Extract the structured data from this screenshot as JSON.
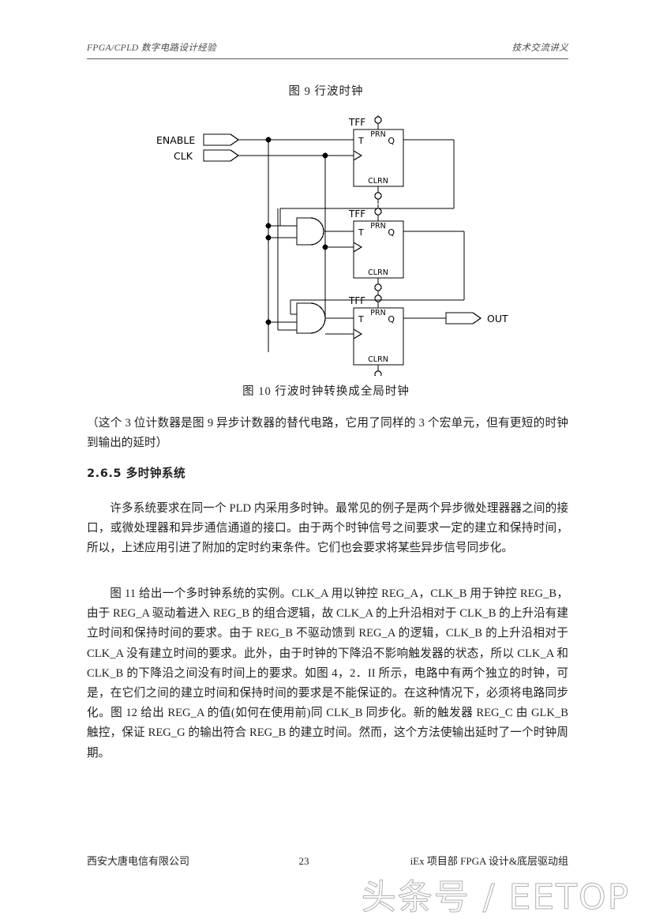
{
  "header": {
    "left": "FPGA/CPLD 数字电路设计经验",
    "right": "技术交流讲义"
  },
  "fig9": {
    "caption": "图 9  行波时钟"
  },
  "fig10": {
    "caption": "图 10  行波时钟转换成全局时钟"
  },
  "diagram": {
    "input_enable": "ENABLE",
    "input_clk": "CLK",
    "output": "OUT",
    "tff_label": "TFF",
    "pin_t": "T",
    "pin_q": "Q",
    "pin_prn": "PRN",
    "pin_clrn": "CLRN",
    "flipflops": [
      {
        "label": "TFF",
        "t": "T",
        "q": "Q",
        "prn": "PRN",
        "clrn": "CLRN"
      },
      {
        "label": "TFF",
        "t": "T",
        "q": "Q",
        "prn": "PRN",
        "clrn": "CLRN"
      },
      {
        "label": "TFF",
        "t": "T",
        "q": "Q",
        "prn": "PRN",
        "clrn": "CLRN"
      }
    ]
  },
  "body": {
    "note": "（这个 3 位计数器是图 9 异步计数器的替代电路，它用了同样的 3 个宏单元，但有更短的时钟到输出的延时）",
    "section_heading": "2.6.5  多时钟系统",
    "paragraph1": "许多系统要求在同一个 PLD 内采用多时钟。最常见的例子是两个异步微处理器器之间的接口，或微处理器和异步通信通道的接口。由于两个时钟信号之间要求一定的建立和保持时间，所以，上述应用引进了附加的定时约束条件。它们也会要求将某些异步信号同步化。",
    "paragraph2": "图 11 给出一个多时钟系统的实例。CLK_A 用以钟控 REG_A，CLK_B 用于钟控 REG_B，由于 REG_A 驱动着进入 REG_B 的组合逻辑，故 CLK_A 的上升沿相对于 CLK_B 的上升沿有建立时间和保持时间的要求。由于 REG_B 不驱动馈到 REG_A 的逻辑，CLK_B 的上升沿相对于 CLK_A 没有建立时间的要求。此外，由于时钟的下降沿不影响触发器的状态，所以 CLK_A 和 CLK_B 的下降沿之间没有时间上的要求。如图 4，2．II 所示，电路中有两个独立的时钟，可是，在它们之间的建立时间和保持时间的要求是不能保证的。在这种情况下，必须将电路同步化。图 12 给出 REG_A 的值(如何在使用前)同 CLK_B 同步化。新的触发器 REG_C 由 GLK_B 触控，保证 REG_G 的输出符合 REG_B 的建立时间。然而，这个方法使输出延时了一个时钟周期。"
  },
  "footer": {
    "company": "西安大唐电信有限公司",
    "page_number": "23",
    "department": "iEx 项目部 FPGA 设计&底层驱动组"
  },
  "watermark": {
    "text": "头条号 / EETOP"
  }
}
